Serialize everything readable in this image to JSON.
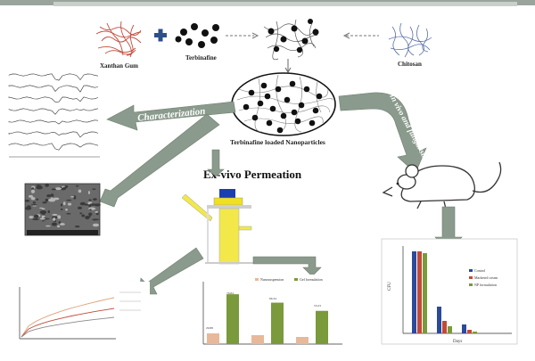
{
  "ingredients": {
    "gum": "Xanthan Gum",
    "drug": "Terbinafine",
    "polymer": "Chitosan"
  },
  "nanoparticles_label": "Terbinafine loaded Nanoparticles",
  "steps": {
    "characterization": "Characterization",
    "ex_vivo": "Ex-vivo Permeation",
    "animal": "In vivo and fungal studies"
  },
  "bar_chart": {
    "legend": [
      "Nanosuspension",
      "Gel formulation"
    ],
    "value_labels": [
      "29.88",
      "79.84",
      "66.34",
      "53.23"
    ]
  },
  "animal_chart": {
    "legend": [
      "Control",
      "Marketed cream",
      "NP formulation"
    ],
    "xlabel": "Days",
    "ylabel": "CFU"
  },
  "colors": {
    "arrow": "#8a9a8c",
    "bar_light": "#e8b89a",
    "bar_dark": "#7a9a3c",
    "cell_light": "#f2e84a",
    "cell_dark": "#f0e020",
    "cap": "#1a3fb0",
    "top_band": "#9aa49c"
  }
}
